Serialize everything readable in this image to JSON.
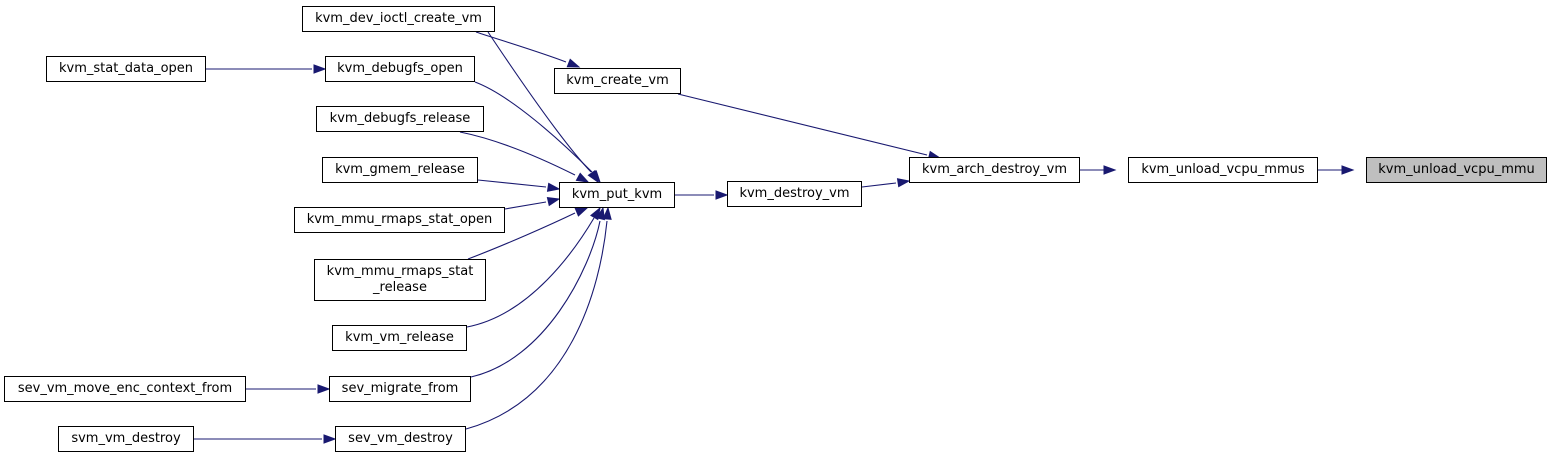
{
  "diagram": {
    "type": "call-graph",
    "colors": {
      "edge": "#191970",
      "node_border": "#000000",
      "node_fill": "#ffffff",
      "root_fill": "#bfbfbf"
    },
    "nodes": [
      {
        "id": "kvm_unload_vcpu_mmu",
        "label": "kvm_unload_vcpu_mmu",
        "root": true
      },
      {
        "id": "kvm_unload_vcpu_mmus",
        "label": "kvm_unload_vcpu_mmus"
      },
      {
        "id": "kvm_arch_destroy_vm",
        "label": "kvm_arch_destroy_vm"
      },
      {
        "id": "kvm_create_vm",
        "label": "kvm_create_vm"
      },
      {
        "id": "kvm_destroy_vm",
        "label": "kvm_destroy_vm"
      },
      {
        "id": "kvm_dev_ioctl_create_vm",
        "label": "kvm_dev_ioctl_create_vm"
      },
      {
        "id": "kvm_put_kvm",
        "label": "kvm_put_kvm"
      },
      {
        "id": "kvm_debugfs_open",
        "label": "kvm_debugfs_open"
      },
      {
        "id": "kvm_debugfs_release",
        "label": "kvm_debugfs_release"
      },
      {
        "id": "kvm_gmem_release",
        "label": "kvm_gmem_release"
      },
      {
        "id": "kvm_mmu_rmaps_stat_open",
        "label": "kvm_mmu_rmaps_stat_open"
      },
      {
        "id": "kvm_mmu_rmaps_stat_release",
        "label": "kvm_mmu_rmaps_stat\n_release"
      },
      {
        "id": "kvm_vm_release",
        "label": "kvm_vm_release"
      },
      {
        "id": "sev_migrate_from",
        "label": "sev_migrate_from"
      },
      {
        "id": "sev_vm_destroy",
        "label": "sev_vm_destroy"
      },
      {
        "id": "kvm_stat_data_open",
        "label": "kvm_stat_data_open"
      },
      {
        "id": "sev_vm_move_enc_context_from",
        "label": "sev_vm_move_enc_context_from"
      },
      {
        "id": "svm_vm_destroy",
        "label": "svm_vm_destroy"
      }
    ],
    "edges": [
      {
        "from": "kvm_unload_vcpu_mmus",
        "to": "kvm_unload_vcpu_mmu"
      },
      {
        "from": "kvm_arch_destroy_vm",
        "to": "kvm_unload_vcpu_mmus"
      },
      {
        "from": "kvm_create_vm",
        "to": "kvm_arch_destroy_vm"
      },
      {
        "from": "kvm_destroy_vm",
        "to": "kvm_arch_destroy_vm"
      },
      {
        "from": "kvm_dev_ioctl_create_vm",
        "to": "kvm_create_vm"
      },
      {
        "from": "kvm_put_kvm",
        "to": "kvm_destroy_vm"
      },
      {
        "from": "kvm_dev_ioctl_create_vm",
        "to": "kvm_put_kvm"
      },
      {
        "from": "kvm_debugfs_open",
        "to": "kvm_put_kvm"
      },
      {
        "from": "kvm_debugfs_release",
        "to": "kvm_put_kvm"
      },
      {
        "from": "kvm_gmem_release",
        "to": "kvm_put_kvm"
      },
      {
        "from": "kvm_mmu_rmaps_stat_open",
        "to": "kvm_put_kvm"
      },
      {
        "from": "kvm_mmu_rmaps_stat_release",
        "to": "kvm_put_kvm"
      },
      {
        "from": "kvm_vm_release",
        "to": "kvm_put_kvm"
      },
      {
        "from": "sev_migrate_from",
        "to": "kvm_put_kvm"
      },
      {
        "from": "sev_vm_destroy",
        "to": "kvm_put_kvm"
      },
      {
        "from": "kvm_stat_data_open",
        "to": "kvm_debugfs_open"
      },
      {
        "from": "sev_vm_move_enc_context_from",
        "to": "sev_migrate_from"
      },
      {
        "from": "svm_vm_destroy",
        "to": "sev_vm_destroy"
      }
    ]
  }
}
